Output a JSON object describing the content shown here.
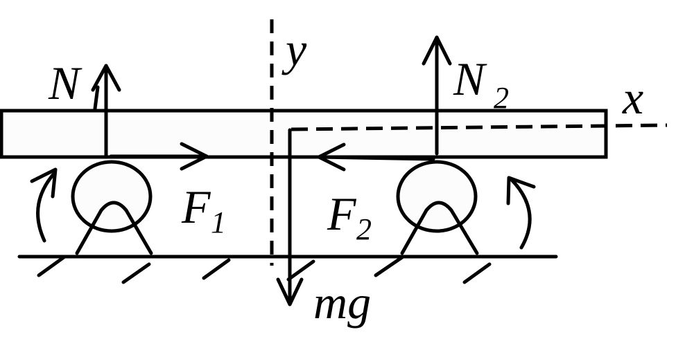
{
  "labels": {
    "n1_main": "N",
    "n2_main": "N",
    "n2_sub": "2",
    "y_axis": "y",
    "x_axis": "x",
    "f1_main": "F",
    "f1_sub": "1",
    "f2_main": "F",
    "f2_sub": "2",
    "weight": "mg"
  },
  "colors": {
    "ink": "#000000",
    "beam_fill": "#fcfcfc",
    "background": "#ffffff"
  }
}
